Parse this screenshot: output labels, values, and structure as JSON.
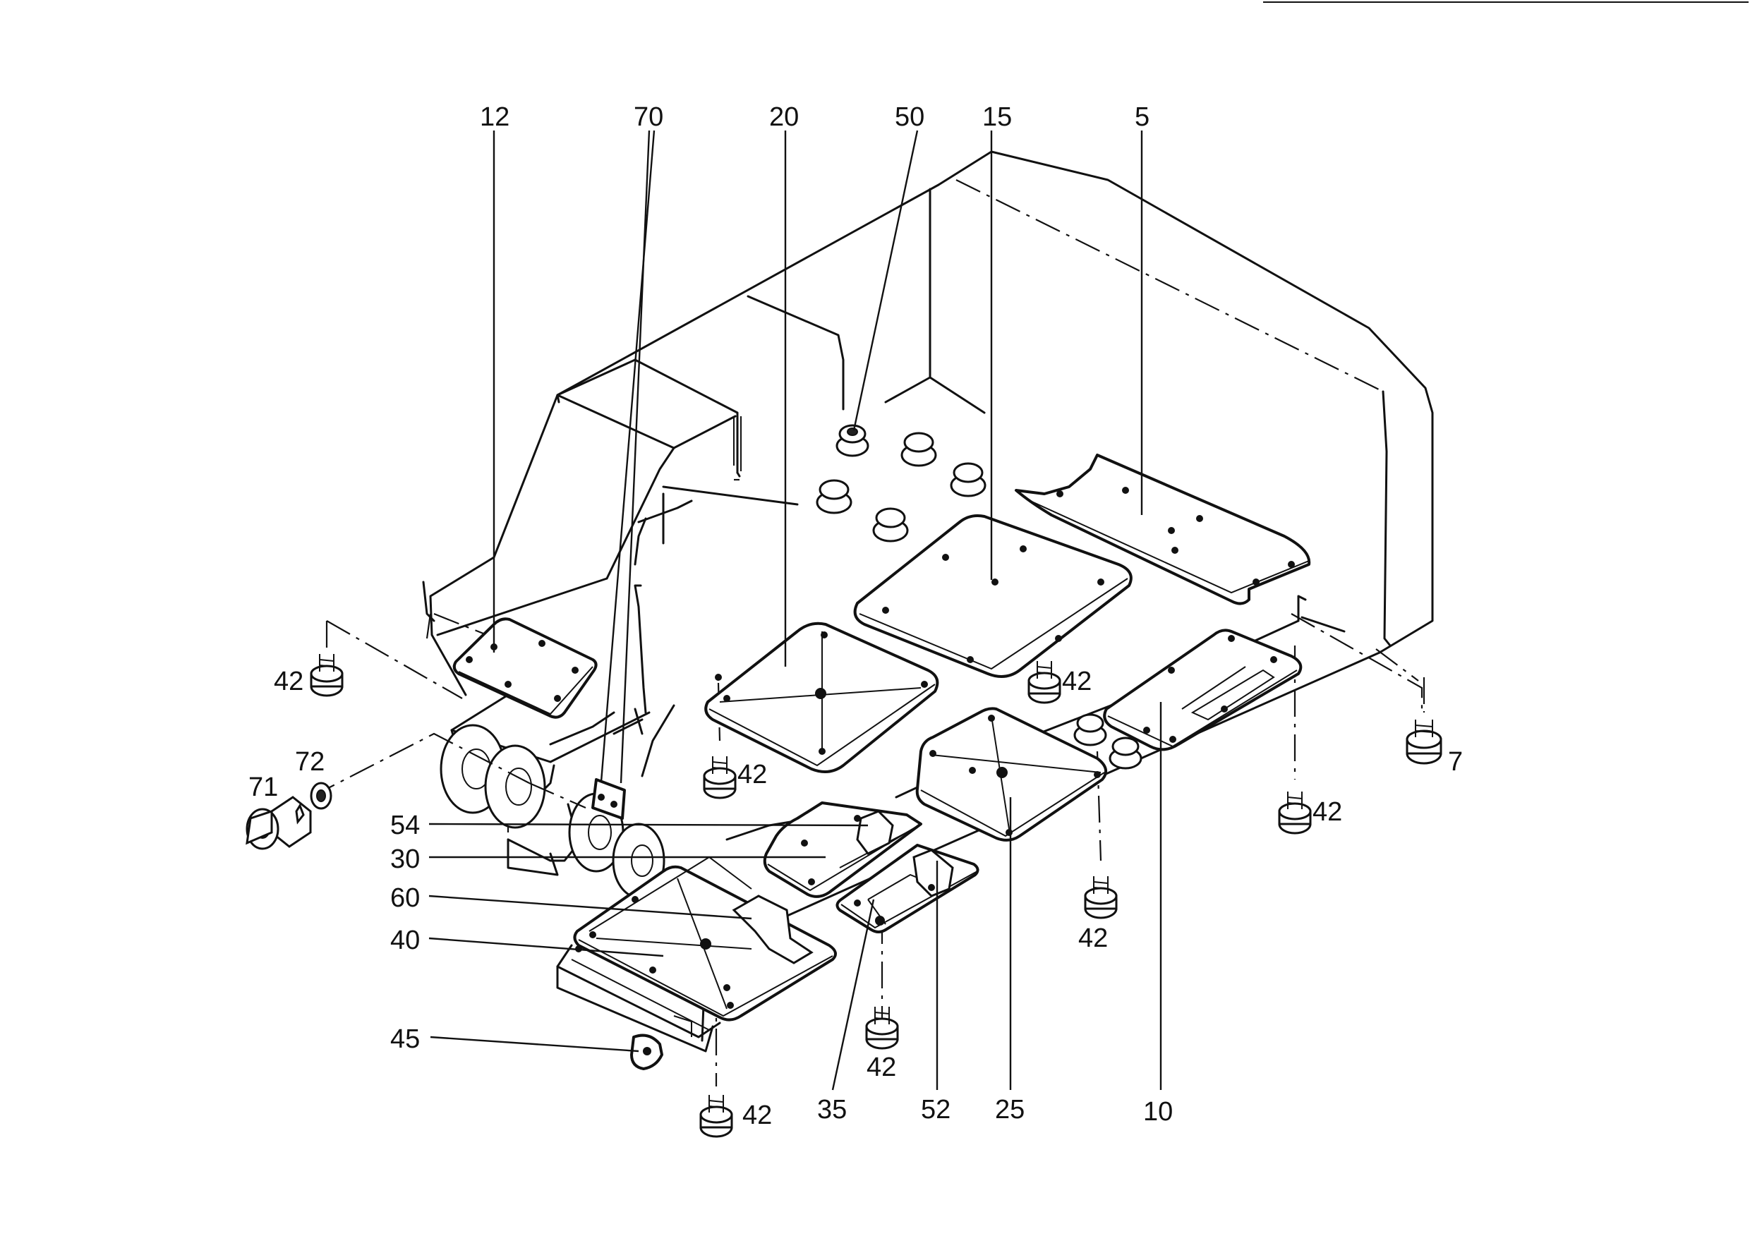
{
  "labels": {
    "l12": "12",
    "l70": "70",
    "l20": "20",
    "l50": "50",
    "l15": "15",
    "l5": "5",
    "l72": "72",
    "l71": "71",
    "l54": "54",
    "l30": "30",
    "l60": "60",
    "l40": "40",
    "l45": "45",
    "l35": "35",
    "l52": "52",
    "l25": "25",
    "l10": "10",
    "l7": "7",
    "b42": "42"
  }
}
